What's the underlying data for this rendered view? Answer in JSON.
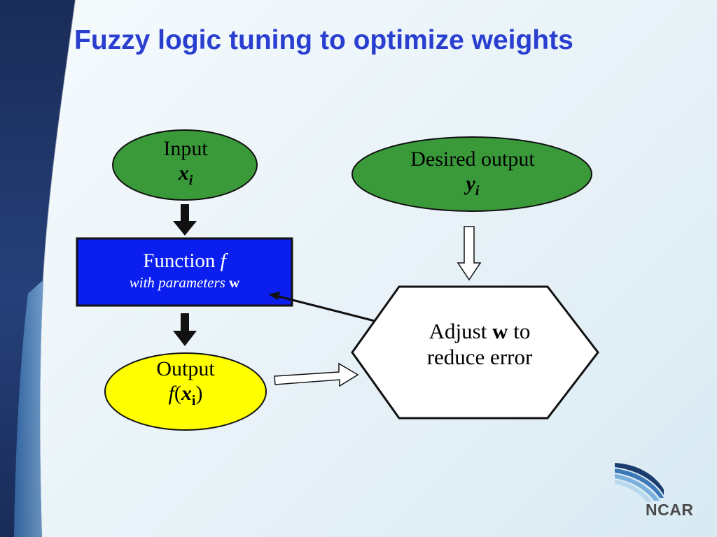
{
  "slide": {
    "title": "Fuzzy logic tuning to optimize weights",
    "colors": {
      "title": "#2a3fd0",
      "band_dark": "#1a2c58",
      "band_light": "#4a88c8"
    }
  },
  "diagram": {
    "input": {
      "label": "Input",
      "var": "x",
      "sub": "i",
      "color": "#3a9a3a"
    },
    "desired": {
      "label": "Desired output",
      "var": "y",
      "sub": "i",
      "color": "#3a9a3a"
    },
    "function": {
      "label": "Function ",
      "var": "f",
      "params_prefix": "with parameters ",
      "params_var": "w",
      "color": "#0a1ef0"
    },
    "output": {
      "label": "Output",
      "f": "f",
      "open": "(",
      "var": "x",
      "sub": "i",
      "close": ")",
      "color": "#ffff00"
    },
    "adjust": {
      "pre": "Adjust ",
      "var": "w",
      "post": " to",
      "line2": "reduce error"
    }
  },
  "logo": {
    "text": "NCAR",
    "icon": "ncar-swoosh-icon"
  }
}
